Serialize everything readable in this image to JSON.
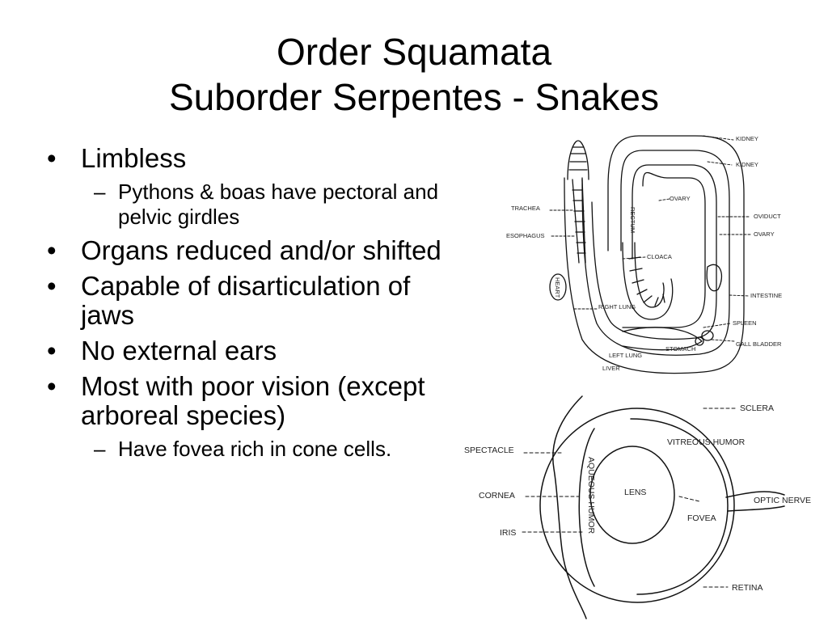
{
  "title": {
    "line1": "Order Squamata",
    "line2": "Suborder Serpentes - Snakes"
  },
  "bullets": [
    {
      "text": "Limbless",
      "subs": [
        "Pythons & boas have pectoral and pelvic girdles"
      ]
    },
    {
      "text": "Organs reduced and/or shifted",
      "subs": []
    },
    {
      "text": "Capable of disarticulation of jaws",
      "subs": []
    },
    {
      "text": "No external ears",
      "subs": []
    },
    {
      "text": "Most with poor vision (except arboreal species)",
      "subs": [
        "Have fovea rich in cone cells."
      ]
    }
  ],
  "anatomy_labels": {
    "kidney1": "KIDNEY",
    "kidney2": "KIDNEY",
    "ovary1": "OVARY",
    "oviduct": "OVIDUCT",
    "ovary2": "OVARY",
    "trachea": "TRACHEA",
    "esophagus": "ESOPHAGUS",
    "rectum": "RECTUM",
    "cloaca": "CLOACA",
    "heart": "HEART",
    "intestine": "INTESTINE",
    "right_lung": "RIGHT LUNG",
    "spleen": "SPLEEN",
    "gall_bladder": "GALL BLADDER",
    "stomach": "STOMACH",
    "left_lung": "LEFT LUNG",
    "liver": "LIVER"
  },
  "eye_labels": {
    "sclera": "SCLERA",
    "spectacle": "SPECTACLE",
    "vitreous_humor": "VITREOUS HUMOR",
    "aqueous_humor": "AQUEOUS HUMOR",
    "lens": "LENS",
    "cornea": "CORNEA",
    "optic_nerve": "OPTIC NERVE",
    "fovea": "FOVEA",
    "iris": "IRIS",
    "retina": "RETINA"
  }
}
